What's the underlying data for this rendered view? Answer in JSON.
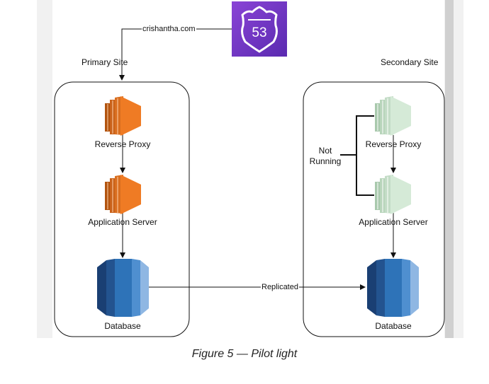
{
  "route53": {
    "number": "53",
    "icon": "route53-shield-icon",
    "color": "#7b3fd0"
  },
  "dns_edge": {
    "label": "crishantha.com"
  },
  "sites": {
    "primary": {
      "title": "Primary Site",
      "proxy_label": "Reverse Proxy",
      "app_label": "Application Server",
      "db_label": "Database"
    },
    "secondary": {
      "title": "Secondary Site",
      "proxy_label": "Reverse Proxy",
      "app_label": "Application Server",
      "db_label": "Database",
      "status_line1": "Not",
      "status_line2": "Running"
    }
  },
  "replication_edge": {
    "label": "Replicated"
  },
  "caption": "Figure 5 — Pilot light",
  "colors": {
    "active_server": "#ef7b24",
    "inactive_server": "#cfe6d2",
    "database": "#2e73b8",
    "database_dark": "#1a3f73"
  }
}
